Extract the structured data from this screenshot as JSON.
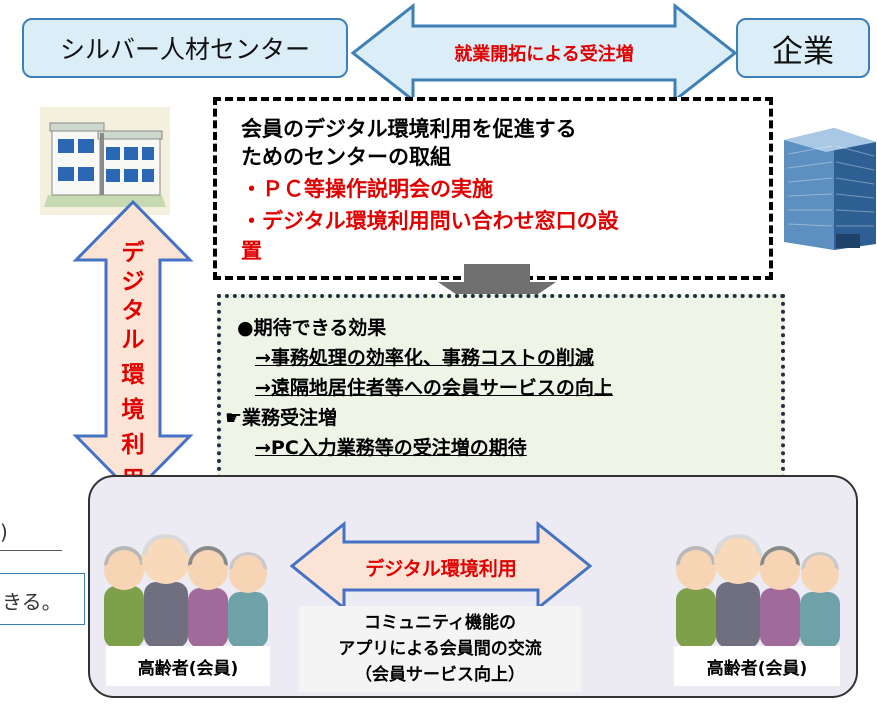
{
  "header": {
    "silver_center": "シルバー人材センター",
    "company": "企業",
    "top_arrow_label": "就業開拓による受注増"
  },
  "initiative": {
    "line1": "会員のデジタル環境利用を促進する",
    "line2": "ためのセンターの取組",
    "item1": "・ＰＣ等操作説明会の実施",
    "item2": "・デジタル環境利用問い合わせ窓口の設",
    "item2_cont": "置"
  },
  "effects": {
    "heading": "●期待できる効果",
    "effect1": "→事務処理の効率化、事務コストの削減",
    "effect2": "→遠隔地居住者等への会員サービスの向上",
    "heading2": "☛業務受注増",
    "effect3": "→PC入力業務等の受注増の期待"
  },
  "vertical_arrow_label": [
    "デ",
    "ジ",
    "タ",
    "ル",
    "環",
    "境",
    "利",
    "用"
  ],
  "bottom": {
    "arrow_label": "デジタル環境利用",
    "left_label": "高齢者(会員)",
    "right_label": "高齢者(会員)",
    "center_line1": "コミュニティ機能の",
    "center_line2": "アプリによる会員間の交流",
    "center_line3": "（会員サービス向上）"
  },
  "partial_text": {
    "paren": ")",
    "kiru": "きる。"
  },
  "colors": {
    "pill_fill": "#dbeef8",
    "pill_border": "#3e7fb5",
    "accent_red": "#e00000",
    "arrow_fill": "#fbe4d5",
    "arrow_border": "#4472c4"
  }
}
